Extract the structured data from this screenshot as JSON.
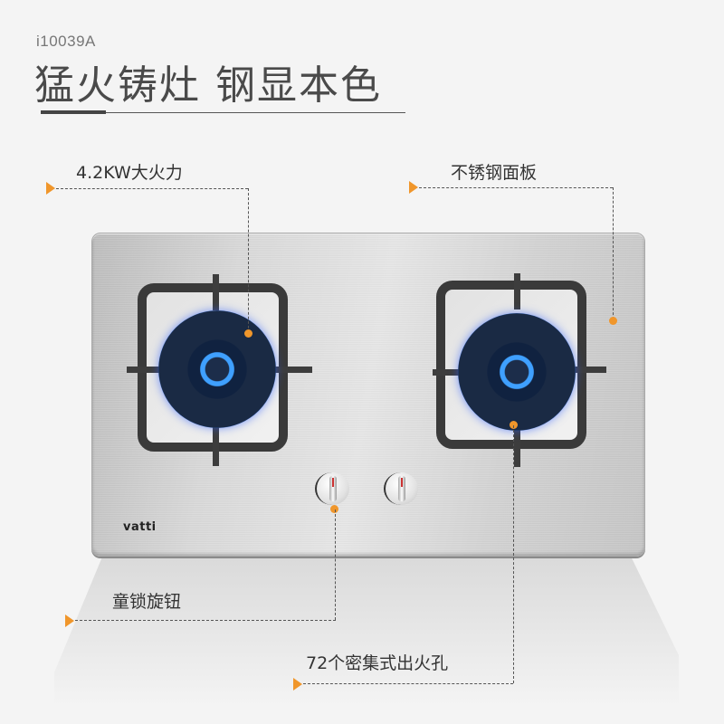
{
  "header": {
    "model": "i10039A",
    "title": "猛火铸灶 钢显本色"
  },
  "product": {
    "brand": "vatti",
    "burners": 2,
    "knobs": 2
  },
  "callouts": [
    {
      "id": "power",
      "label": "4.2KW大火力"
    },
    {
      "id": "panel",
      "label": "不锈钢面板"
    },
    {
      "id": "knob",
      "label": "童锁旋钮"
    },
    {
      "id": "holes",
      "label": "72个密集式出火孔"
    }
  ],
  "colors": {
    "accent": "#f0962b",
    "text": "#333333",
    "background": "#f4f4f4",
    "flame": "#3a7cff"
  }
}
